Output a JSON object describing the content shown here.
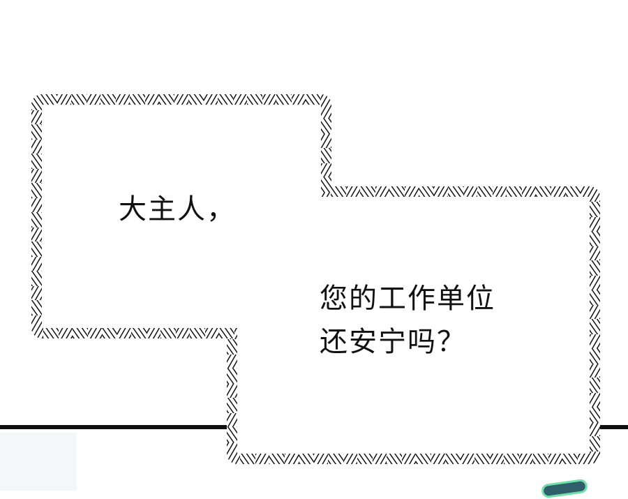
{
  "panel": {
    "speech_bubble": {
      "line1": "大主人，",
      "line2": "您的工作单位",
      "line3": "还安宁吗？"
    }
  },
  "colors": {
    "ink": "#111111",
    "background": "#ffffff",
    "accent_green": "#6fe0a8"
  }
}
